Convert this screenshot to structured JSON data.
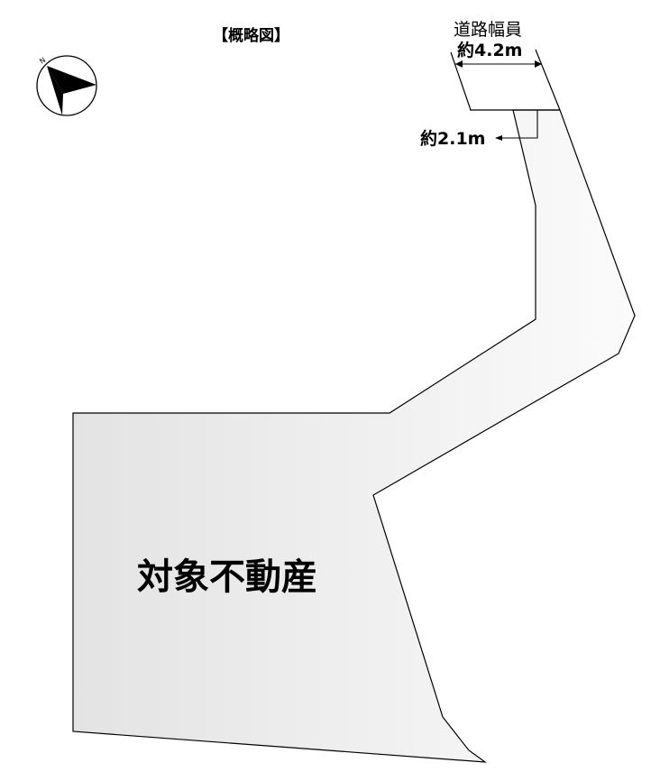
{
  "title": "【概略図】",
  "compass": {
    "north_label": "N"
  },
  "road": {
    "label_line1": "道路幅員",
    "label_line2": "約4.2m"
  },
  "frontage": {
    "label": "約2.1m"
  },
  "property": {
    "label": "対象不動産"
  },
  "colors": {
    "fill_light": "#f7f7f7",
    "fill_dark": "#e4e4e4",
    "outline": "#000000"
  }
}
